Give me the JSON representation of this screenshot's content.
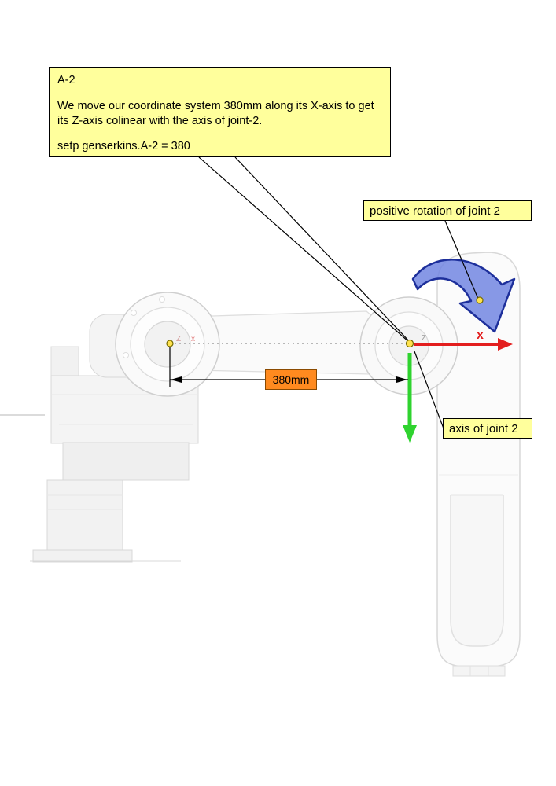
{
  "page": {
    "background": "#ffffff"
  },
  "callout": {
    "title": "A-2",
    "body": "We move our coordinate system 380mm along its X-axis to get its Z-axis colinear with the axis of joint-2.",
    "command": "setp genserkins.A-2 = 380"
  },
  "labels": {
    "positive_rotation": "positive rotation of joint 2",
    "axis_of_joint": "axis of joint 2",
    "dimension": "380mm"
  },
  "axis_glyphs": {
    "x_axis_label": "x",
    "z_left": "Z",
    "x_left": "x",
    "z_right": "Z"
  },
  "colors": {
    "callout_bg": "#ffff9c",
    "dimension_bg": "#ff8a1f",
    "dimension_border": "#8a4a00",
    "x_axis": "#e31e1e",
    "y_axis": "#2fd32f",
    "rotation_fill": "#7286e2",
    "rotation_stroke": "#1d2f9b",
    "marker_fill": "#ffe24d",
    "marker_stroke": "#756a00",
    "leader": "#000000"
  }
}
